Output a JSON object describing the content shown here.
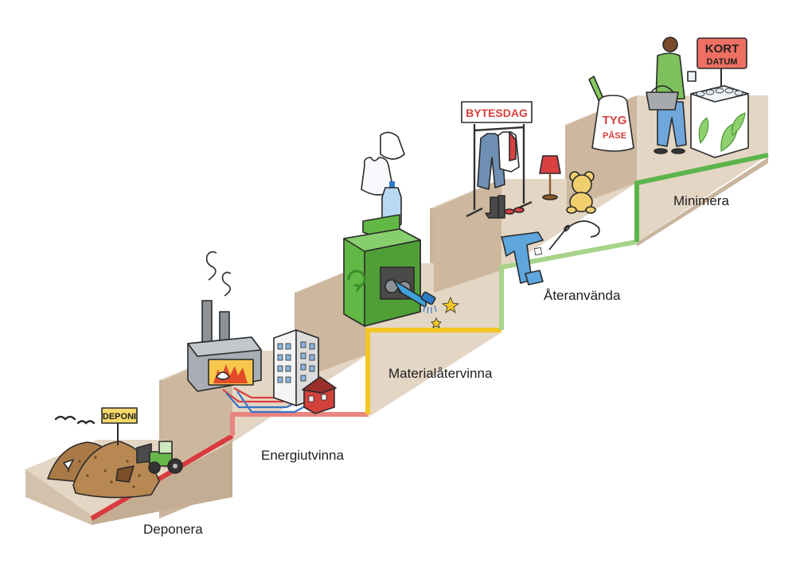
{
  "steps": [
    {
      "label": "Deponera",
      "color": "#d93a3f"
    },
    {
      "label": "Energiutvinna",
      "color": "#e8857f"
    },
    {
      "label": "Materialåtervinna",
      "color": "#f3c623"
    },
    {
      "label": "Återanvända",
      "color": "#a7d38a"
    },
    {
      "label": "Minimera",
      "color": "#5ab54a"
    }
  ],
  "signs": {
    "deponi": "DEPONI",
    "bytesdag": "BYTESDAG",
    "tyg": "TYG",
    "pase": "PÅSE",
    "kort": "KORT",
    "datum": "DATUM"
  },
  "icons": [
    "waste-pile-icon",
    "tractor-icon",
    "birds-icon",
    "power-plant-icon",
    "apartment-building-icon",
    "house-icon",
    "recycling-machine-icon",
    "plastic-bag-icon",
    "plastic-bottle-icon",
    "brush-icon",
    "clothes-rack-icon",
    "lamp-icon",
    "teddy-bear-icon",
    "boots-icon",
    "jeans-icon",
    "needle-icon",
    "cloth-bag-icon",
    "shopper-person-icon",
    "shelf-cabinet-icon"
  ],
  "colors": {
    "step_top": "#e4d6c4",
    "step_riser": "#c9b49d",
    "recycle_green": "#5fbf47",
    "pile_brown": "#a97a47"
  }
}
